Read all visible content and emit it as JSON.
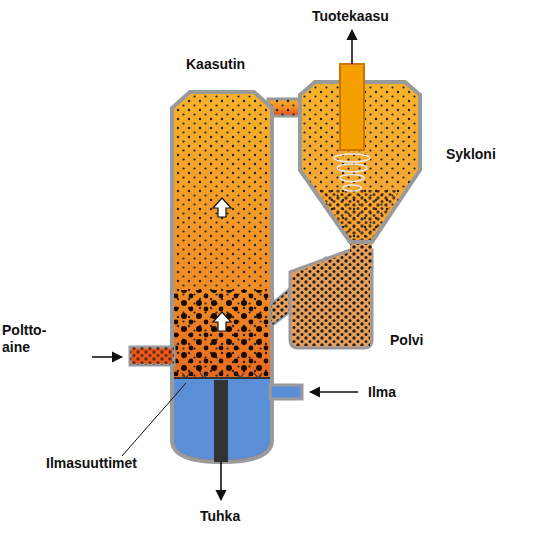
{
  "diagram": {
    "labels": [
      "Tuotekaasu",
      "Kaasutin",
      "Sykloni",
      "Polvi",
      "Poltto- aine",
      "Ilma",
      "Ilmasuuttimet",
      "Tuhka"
    ]
  }
}
